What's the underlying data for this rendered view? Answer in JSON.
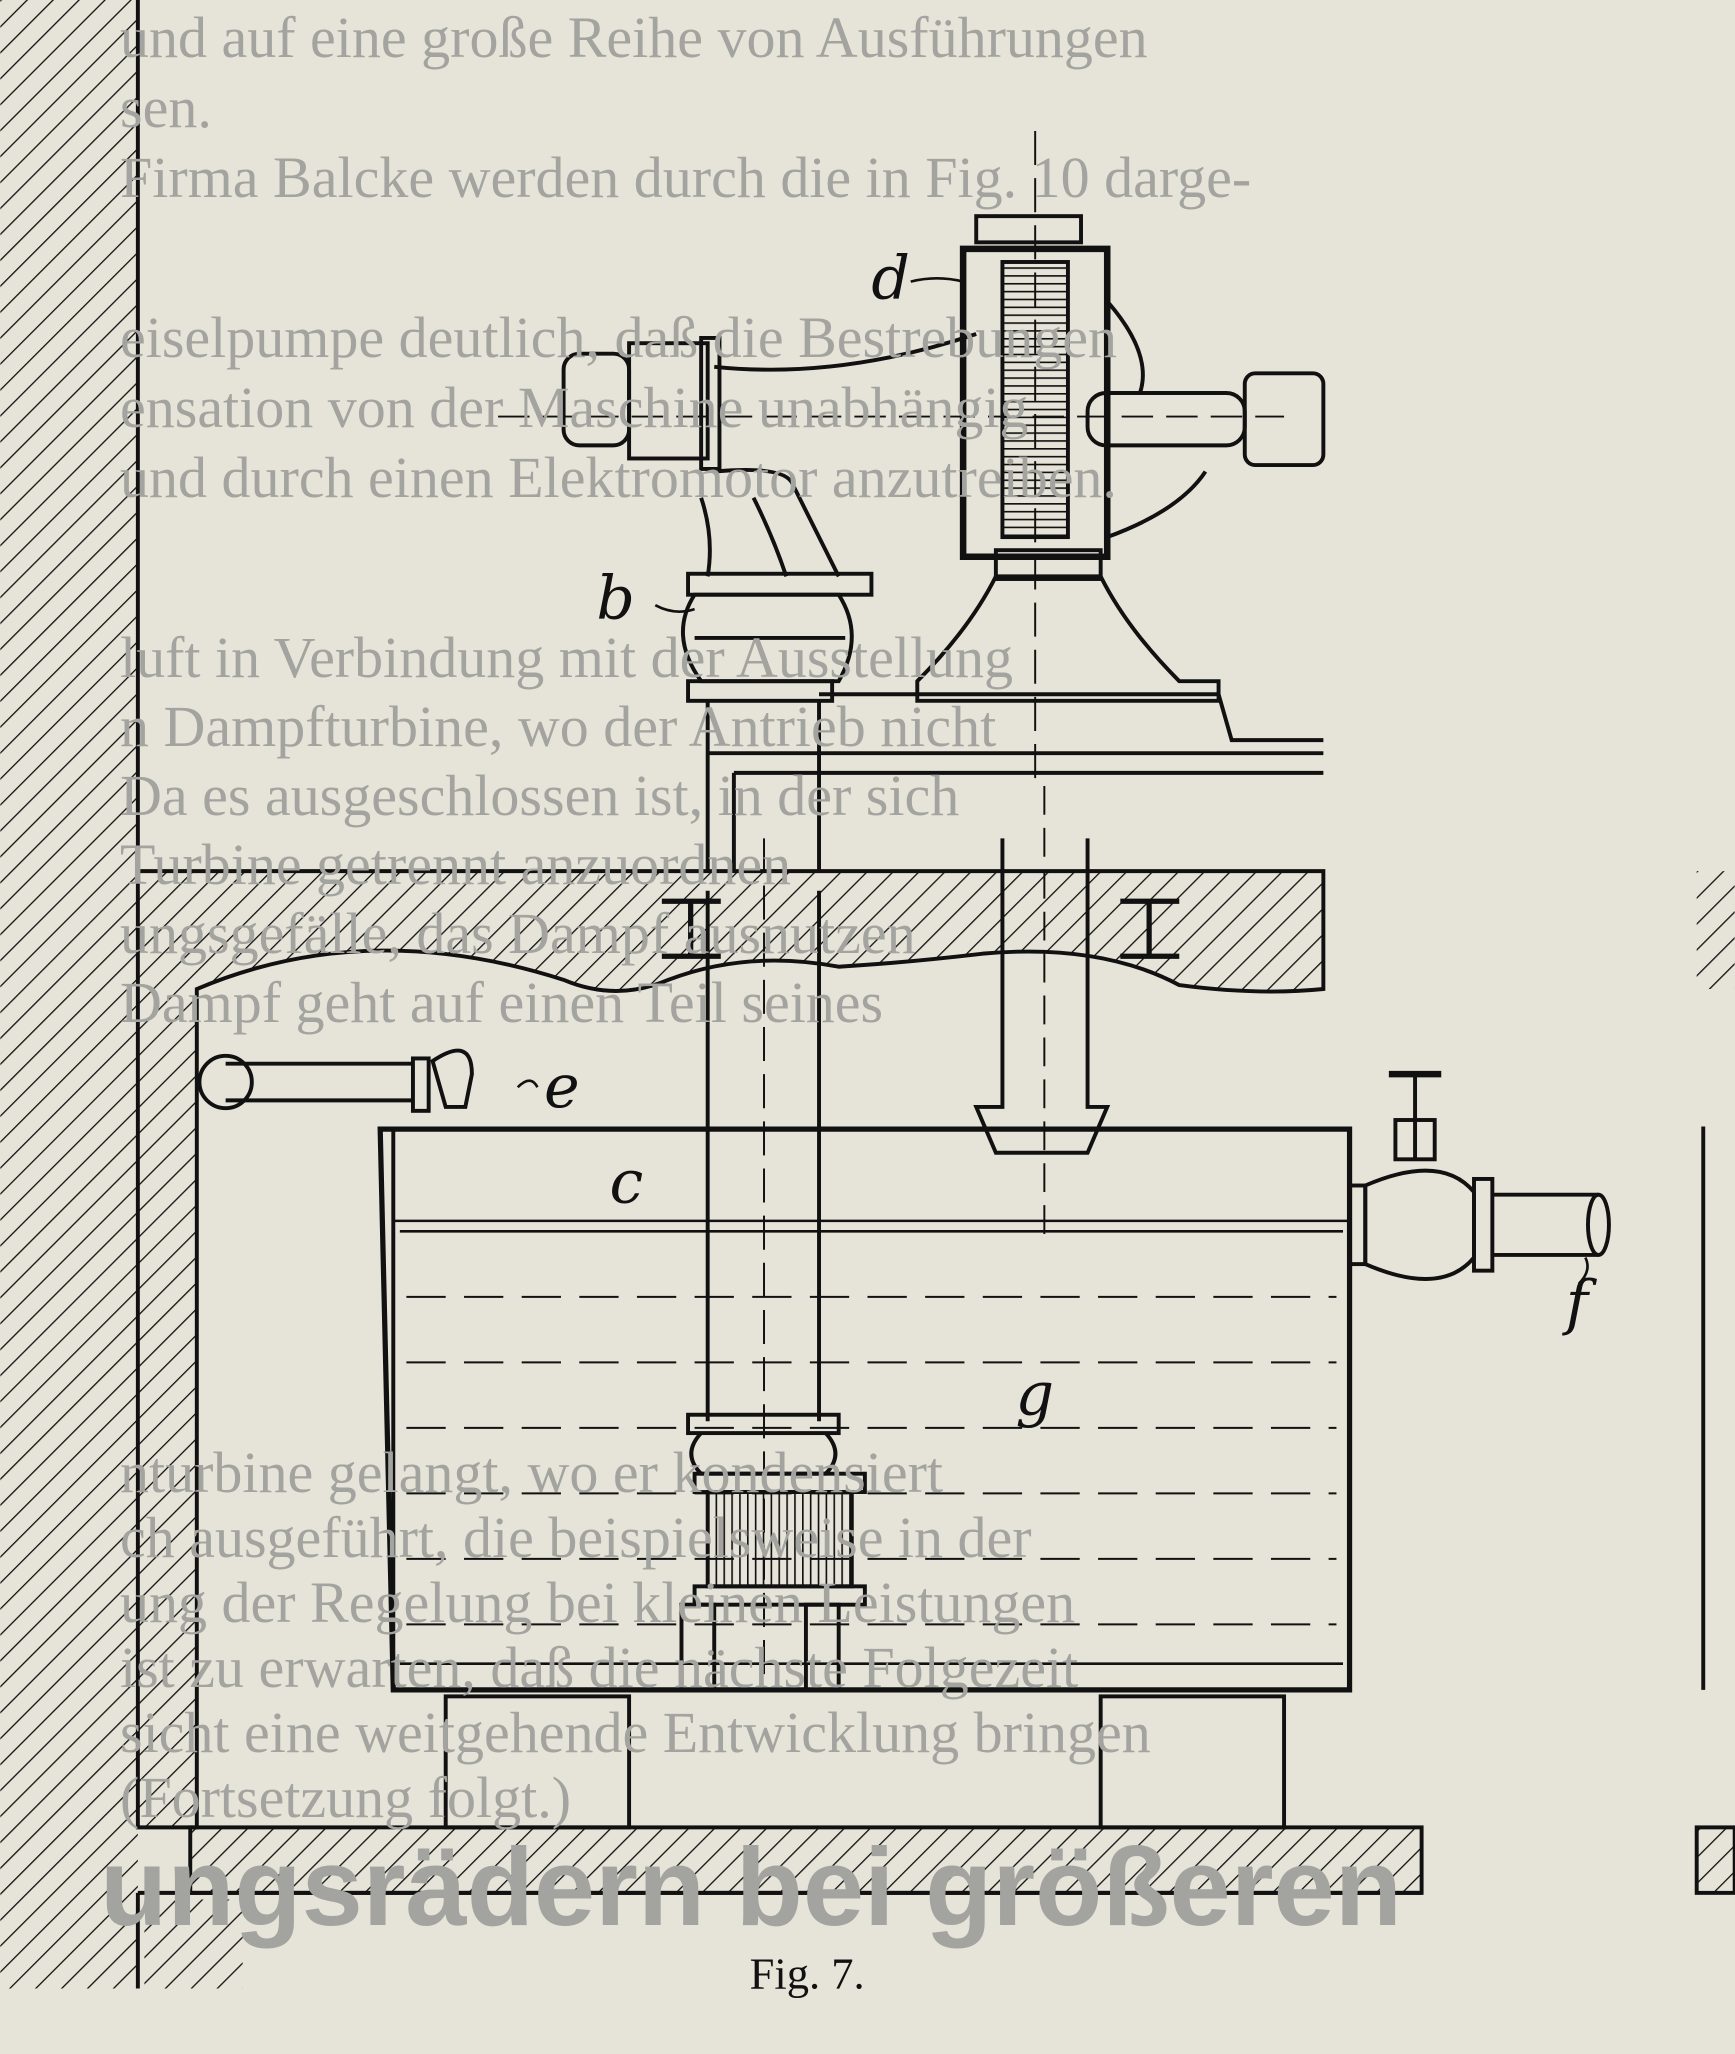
{
  "figure": {
    "caption": "Fig. 7.",
    "labels": {
      "b": "b",
      "c": "c",
      "d": "d",
      "e": "e",
      "f": "f",
      "g": "g"
    },
    "ink_color": "#111111",
    "paper_color": "#e6e4d8"
  },
  "show_through_text": [
    "und auf eine große Reihe von Ausführungen",
    "sen.",
    "Firma Balcke werden durch die in Fig. 10 darge-",
    "eiselpumpe deutlich, daß die Bestrebungen",
    "ensation von der Maschine unabhängig",
    "und durch einen Elektromotor anzutreiben.",
    "luft in Verbindung mit der Ausstellung",
    "n Dampfturbine, wo der Antrieb nicht",
    "Da es ausgeschlossen ist, in der sich",
    "Turbine getrennt anzuordnen",
    "ungsgefälle, das Dampf ausnutzen",
    "Dampf geht auf einen Teil seines",
    "nturbine gelangt, wo er kondensiert",
    "ch ausgeführt, die beispielsweise in der",
    "ung der Regelung bei kleinen Leistungen",
    "ist zu erwarten, daß die nächste Folgezeit",
    "sicht eine weitgehende Entwicklung bringen",
    "(Fortsetzung folgt.)",
    "ungsrädern bei größeren"
  ]
}
